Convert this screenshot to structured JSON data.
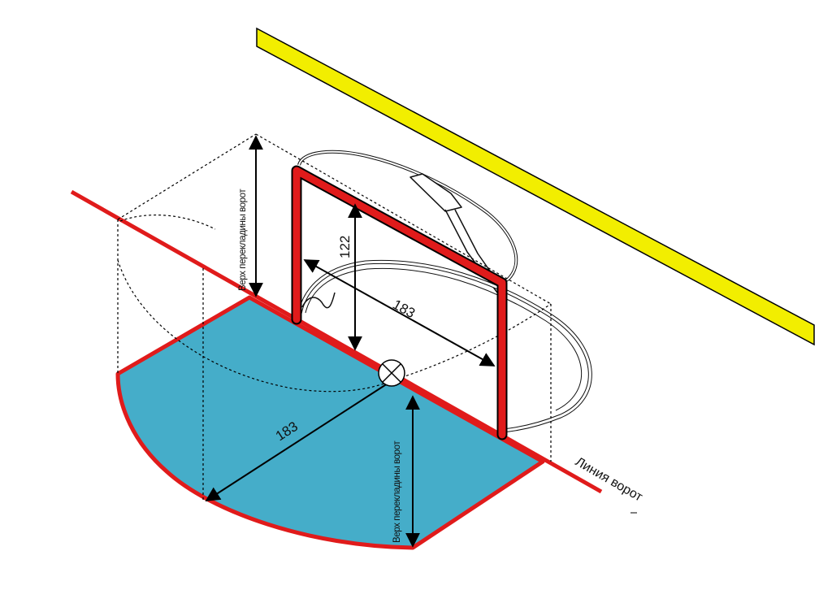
{
  "diagram": {
    "labels": {
      "crease_radius": "183",
      "goal_height": "122",
      "goal_width": "183",
      "crossbar_top_left": "Верх перекладины ворот",
      "crossbar_top_right": "Верх перекладины ворот",
      "goal_line": "Линия ворот"
    },
    "colors": {
      "crease_fill": "#45adc9",
      "goal_line": "#e01b1b",
      "goal_frame": "#e01b1b",
      "board": "#f2ee00",
      "outline": "#000000"
    }
  }
}
